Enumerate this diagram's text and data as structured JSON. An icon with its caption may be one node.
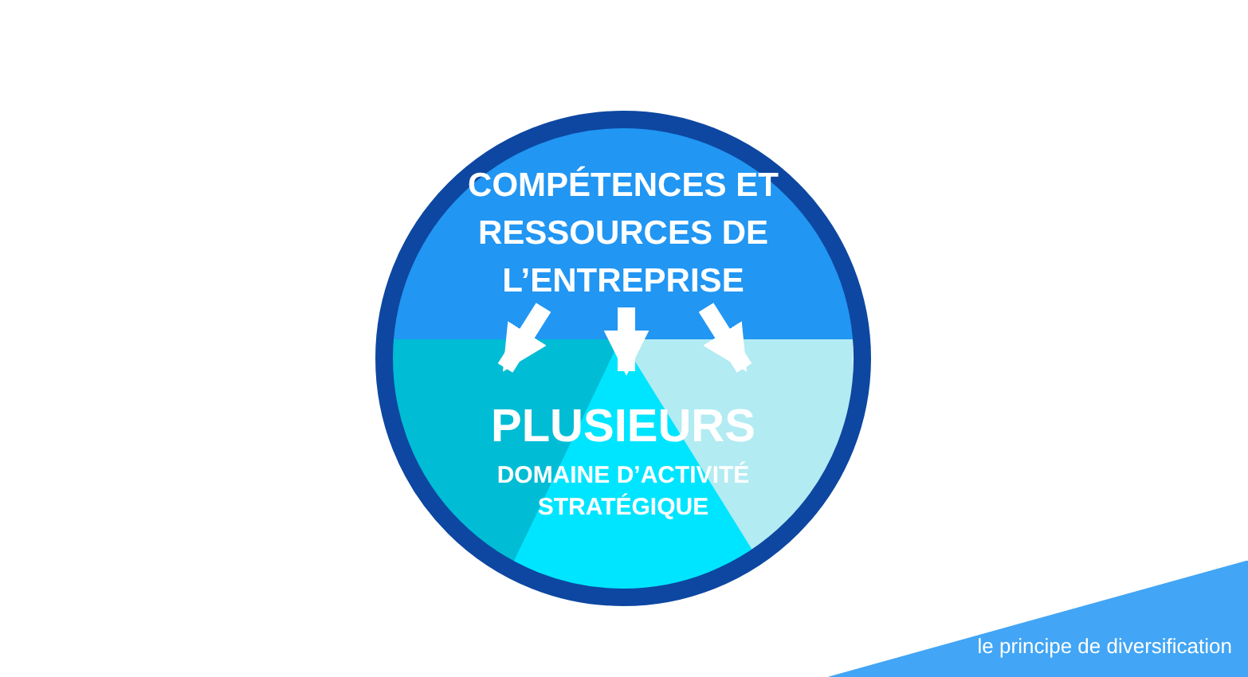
{
  "diagram": {
    "nodes": [
      {
        "text": [
          "COMPÉTENCES ET RESSOURCES DE L’ENTREPRISE"
        ]
      },
      {
        "text": [
          "PLUSIEURS",
          "DOMAINE D’ACTIVITÉ STRATÉGIQUE"
        ]
      },
      {
        "text": [
          "le principe de diversification"
        ]
      }
    ],
    "edges": [
      {
        "from": 0,
        "to": 1,
        "arrow": "to"
      },
      {
        "from": 0,
        "to": 1,
        "arrow": "to"
      },
      {
        "from": 0,
        "to": 1,
        "arrow": "to"
      }
    ]
  }
}
